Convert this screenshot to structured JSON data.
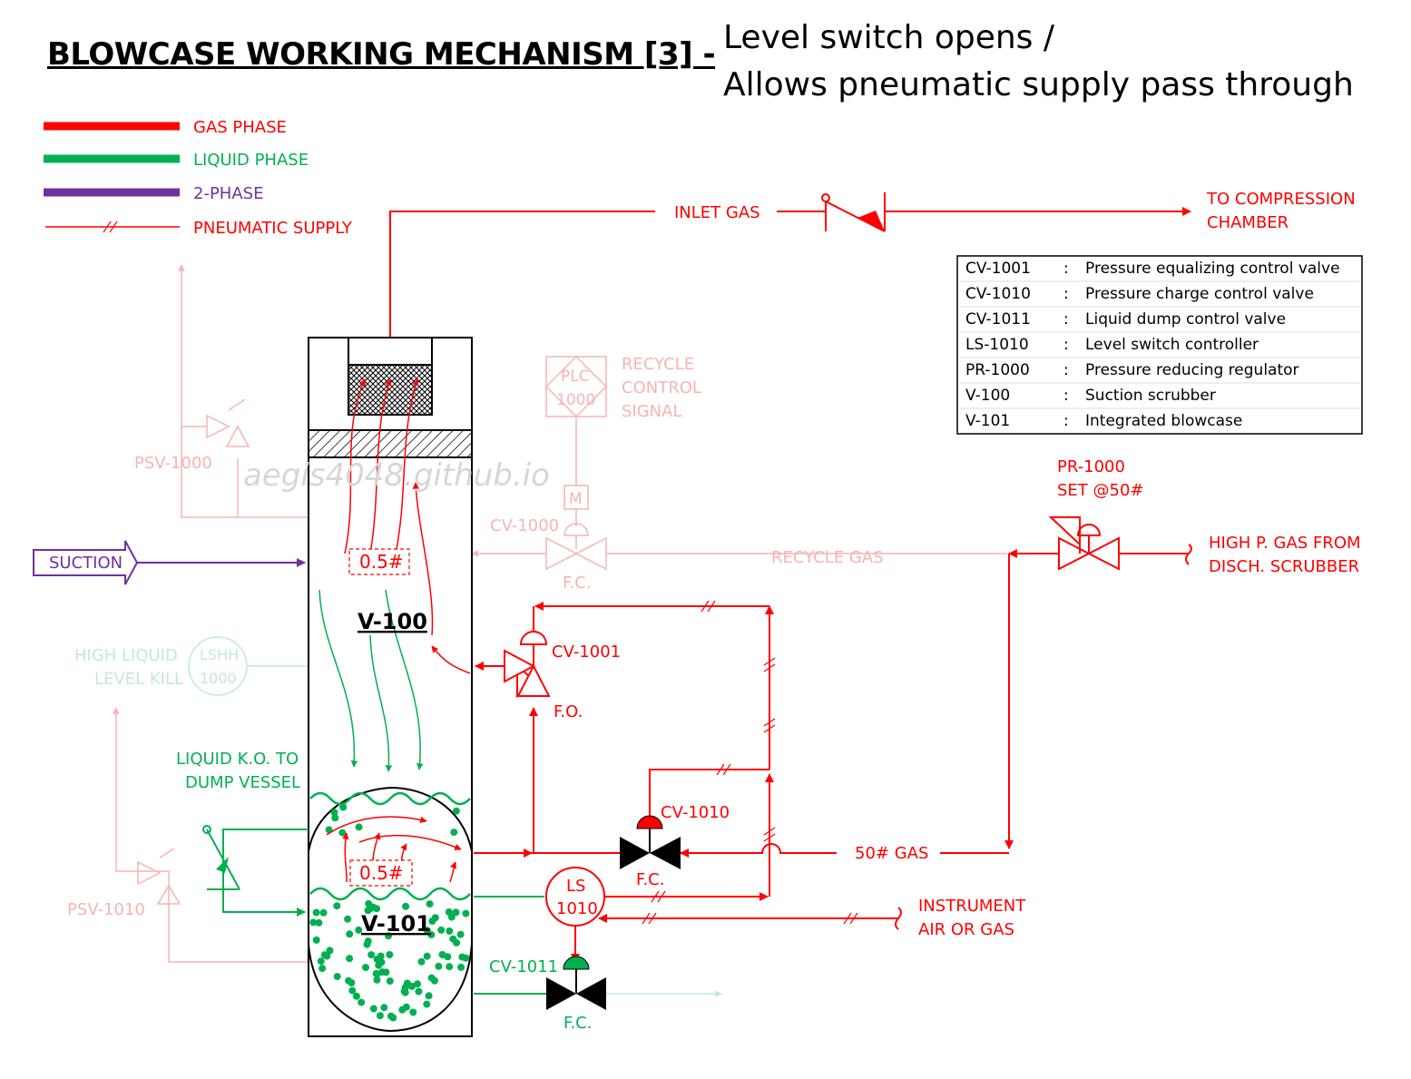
{
  "title": "BLOWCASE WORKING MECHANISM [3] -",
  "subtitle": {
    "line1": "Level switch opens /",
    "line2": "Allows pneumatic supply pass through"
  },
  "watermark": "aegis4048.github.io",
  "legend": [
    {
      "label": "GAS PHASE",
      "color": "#ff0000"
    },
    {
      "label": "LIQUID PHASE",
      "color": "#00b050"
    },
    {
      "label": "2-PHASE",
      "color": "#7030a0"
    },
    {
      "label": "PNEUMATIC SUPPLY",
      "color": "#ff0000"
    }
  ],
  "equipment_table": [
    {
      "tag": "CV-1001",
      "desc": "Pressure equalizing control valve"
    },
    {
      "tag": "CV-1010",
      "desc": "Pressure charge control valve"
    },
    {
      "tag": "CV-1011",
      "desc": "Liquid dump control valve"
    },
    {
      "tag": "LS-1010",
      "desc": "Level switch controller"
    },
    {
      "tag": "PR-1000",
      "desc": "Pressure reducing regulator"
    },
    {
      "tag": "V-100",
      "desc": "Suction scrubber"
    },
    {
      "tag": "V-101",
      "desc": "Integrated blowcase"
    }
  ],
  "table_separator": ":",
  "labels": {
    "inlet_gas": "INLET GAS",
    "to_compression_1": "TO COMPRESSION",
    "to_compression_2": "CHAMBER",
    "suction": "SUCTION",
    "recycle_signal_1": "RECYCLE",
    "recycle_signal_2": "CONTROL",
    "recycle_signal_3": "SIGNAL",
    "plc_1": "PLC",
    "plc_2": "1000",
    "motor": "M",
    "cv1000": "CV-1000",
    "cv1000_fail": "F.C.",
    "recycle_gas": "RECYCLE GAS",
    "pr1000_1": "PR-1000",
    "pr1000_2": "SET @50#",
    "high_p_1": "HIGH P. GAS FROM",
    "high_p_2": "DISCH. SCRUBBER",
    "psv1000": "PSV-1000",
    "psv1010": "PSV-1010",
    "high_liquid_1": "HIGH LIQUID",
    "high_liquid_2": "LEVEL KILL",
    "lshh_1": "LSHH",
    "lshh_2": "1000",
    "v100": "V-100",
    "v101": "V-101",
    "v100_pressure": "0.5#",
    "v101_pressure": "0.5#",
    "cv1001": "CV-1001",
    "cv1001_fail": "F.O.",
    "cv1010": "CV-1010",
    "cv1010_fail": "F.C.",
    "cv1011": "CV-1011",
    "cv1011_fail": "F.C.",
    "gas_50": "50# GAS",
    "ls_1": "LS",
    "ls_2": "1010",
    "instrument_1": "INSTRUMENT",
    "instrument_2": "AIR OR GAS",
    "liquid_ko_1": "LIQUID K.O. TO",
    "liquid_ko_2": "DUMP VESSEL"
  }
}
